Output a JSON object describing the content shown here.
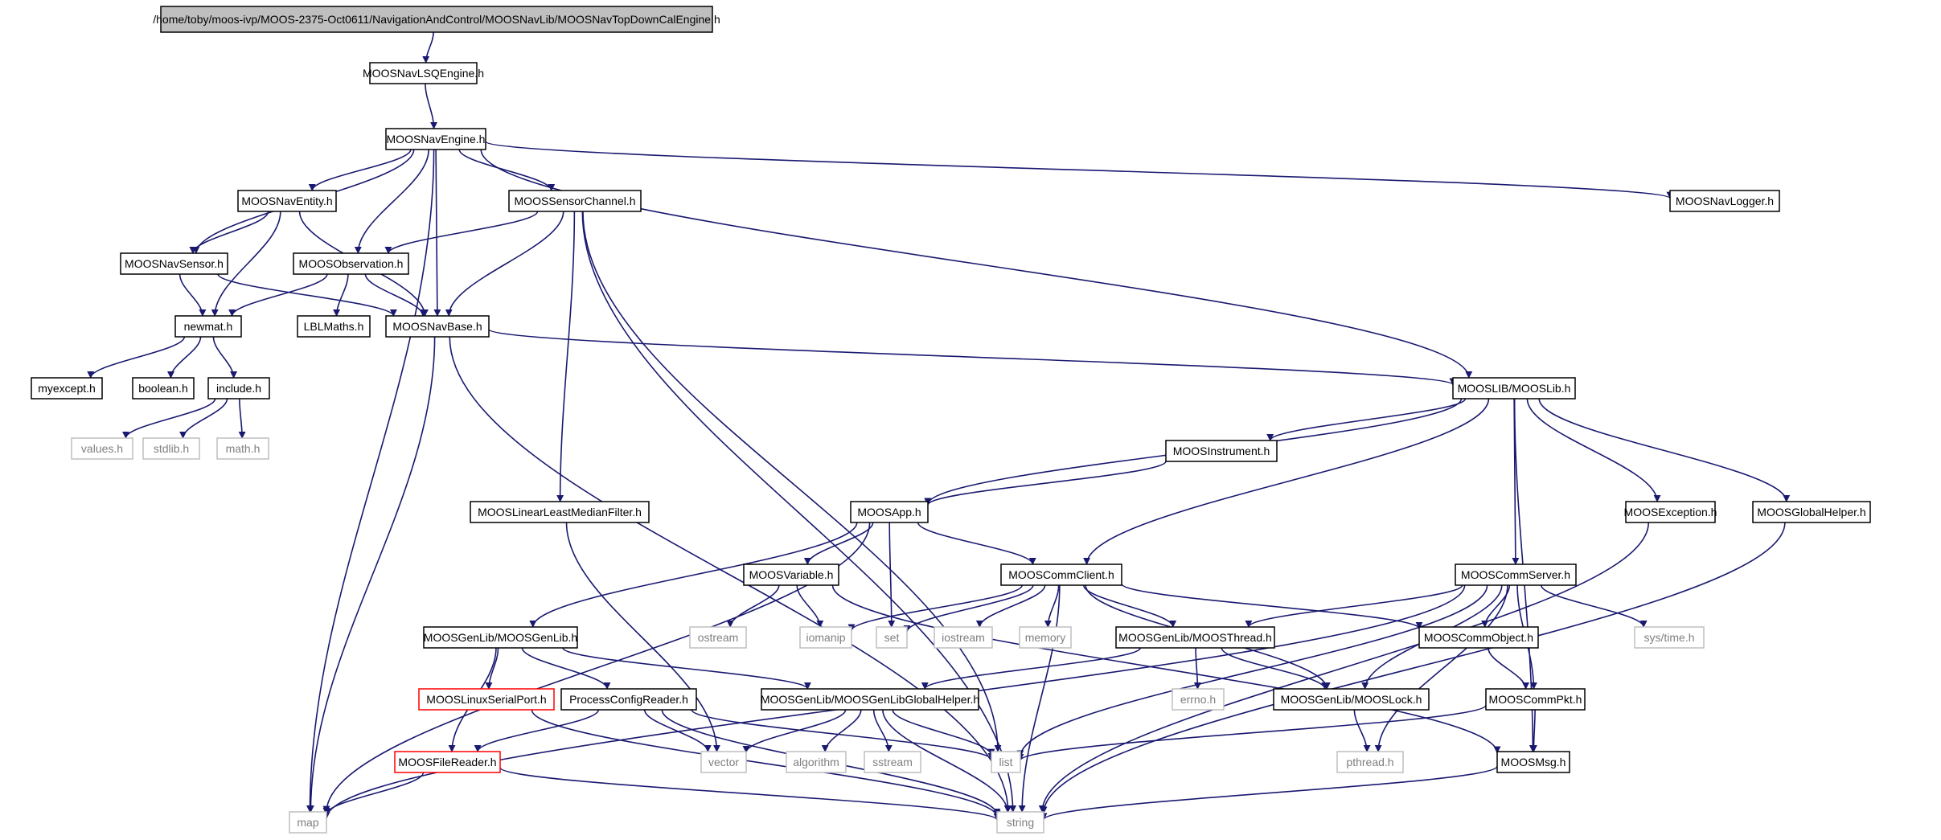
{
  "colors": {
    "edge": "#191970",
    "node_border": "#000000",
    "external_border": "#bfbfbf",
    "truncated_border": "#ff0000",
    "root_fill": "#bfbfbf",
    "node_fill": "#ffffff",
    "node_text": "#000000",
    "external_text": "#7f7f7f"
  },
  "nodes": [
    {
      "id": "root",
      "label": "/home/toby/moos-ivp/MOOS-2375-Oct0611/NavigationAndControl/MOOSNavLib/MOOSNavTopDownCalEngine.h",
      "kind": "root"
    },
    {
      "id": "lsq",
      "label": "MOOSNavLSQEngine.h",
      "kind": "normal"
    },
    {
      "id": "engine",
      "label": "MOOSNavEngine.h",
      "kind": "normal"
    },
    {
      "id": "entity",
      "label": "MOOSNavEntity.h",
      "kind": "normal"
    },
    {
      "id": "sensorch",
      "label": "MOOSSensorChannel.h",
      "kind": "normal"
    },
    {
      "id": "logger",
      "label": "MOOSNavLogger.h",
      "kind": "normal"
    },
    {
      "id": "navsensor",
      "label": "MOOSNavSensor.h",
      "kind": "normal"
    },
    {
      "id": "observation",
      "label": "MOOSObservation.h",
      "kind": "normal"
    },
    {
      "id": "newmat",
      "label": "newmat.h",
      "kind": "normal"
    },
    {
      "id": "lblmaths",
      "label": "LBLMaths.h",
      "kind": "normal"
    },
    {
      "id": "navbase",
      "label": "MOOSNavBase.h",
      "kind": "normal"
    },
    {
      "id": "myexcept",
      "label": "myexcept.h",
      "kind": "normal"
    },
    {
      "id": "boolean",
      "label": "boolean.h",
      "kind": "normal"
    },
    {
      "id": "include",
      "label": "include.h",
      "kind": "normal"
    },
    {
      "id": "values",
      "label": "values.h",
      "kind": "external"
    },
    {
      "id": "stdlib",
      "label": "stdlib.h",
      "kind": "external"
    },
    {
      "id": "math",
      "label": "math.h",
      "kind": "external"
    },
    {
      "id": "mooslib",
      "label": "MOOSLIB/MOOSLib.h",
      "kind": "normal"
    },
    {
      "id": "instrument",
      "label": "MOOSInstrument.h",
      "kind": "normal"
    },
    {
      "id": "linfilter",
      "label": "MOOSLinearLeastMedianFilter.h",
      "kind": "normal"
    },
    {
      "id": "app",
      "label": "MOOSApp.h",
      "kind": "normal"
    },
    {
      "id": "exception",
      "label": "MOOSException.h",
      "kind": "normal"
    },
    {
      "id": "globalhelper",
      "label": "MOOSGlobalHelper.h",
      "kind": "normal"
    },
    {
      "id": "variable",
      "label": "MOOSVariable.h",
      "kind": "normal"
    },
    {
      "id": "commclient",
      "label": "MOOSCommClient.h",
      "kind": "normal"
    },
    {
      "id": "commserver",
      "label": "MOOSCommServer.h",
      "kind": "normal"
    },
    {
      "id": "ostream",
      "label": "ostream",
      "kind": "external"
    },
    {
      "id": "iomanip",
      "label": "iomanip",
      "kind": "external"
    },
    {
      "id": "set",
      "label": "set",
      "kind": "external"
    },
    {
      "id": "iostream",
      "label": "iostream",
      "kind": "external"
    },
    {
      "id": "memory",
      "label": "memory",
      "kind": "external"
    },
    {
      "id": "genlib",
      "label": "MOOSGenLib/MOOSGenLib.h",
      "kind": "normal"
    },
    {
      "id": "thread",
      "label": "MOOSGenLib/MOOSThread.h",
      "kind": "normal"
    },
    {
      "id": "commobject",
      "label": "MOOSCommObject.h",
      "kind": "normal"
    },
    {
      "id": "systime",
      "label": "sys/time.h",
      "kind": "external"
    },
    {
      "id": "serialport",
      "label": "MOOSLinuxSerialPort.h",
      "kind": "truncated"
    },
    {
      "id": "pcr",
      "label": "ProcessConfigReader.h",
      "kind": "normal"
    },
    {
      "id": "genlibhelper",
      "label": "MOOSGenLib/MOOSGenLibGlobalHelper.h",
      "kind": "normal"
    },
    {
      "id": "errno",
      "label": "errno.h",
      "kind": "external"
    },
    {
      "id": "lock",
      "label": "MOOSGenLib/MOOSLock.h",
      "kind": "normal"
    },
    {
      "id": "commpkt",
      "label": "MOOSCommPkt.h",
      "kind": "normal"
    },
    {
      "id": "filereader",
      "label": "MOOSFileReader.h",
      "kind": "truncated"
    },
    {
      "id": "vector",
      "label": "vector",
      "kind": "external"
    },
    {
      "id": "algorithm",
      "label": "algorithm",
      "kind": "external"
    },
    {
      "id": "sstream",
      "label": "sstream",
      "kind": "external"
    },
    {
      "id": "list",
      "label": "list",
      "kind": "external"
    },
    {
      "id": "pthread",
      "label": "pthread.h",
      "kind": "external"
    },
    {
      "id": "msg",
      "label": "MOOSMsg.h",
      "kind": "normal"
    },
    {
      "id": "map",
      "label": "map",
      "kind": "external"
    },
    {
      "id": "string",
      "label": "string",
      "kind": "external"
    }
  ],
  "edges": [
    [
      "root",
      "lsq"
    ],
    [
      "lsq",
      "engine"
    ],
    [
      "engine",
      "map"
    ],
    [
      "engine",
      "navsensor"
    ],
    [
      "engine",
      "entity"
    ],
    [
      "engine",
      "observation"
    ],
    [
      "engine",
      "navbase"
    ],
    [
      "engine",
      "sensorch"
    ],
    [
      "engine",
      "mooslib"
    ],
    [
      "engine",
      "logger"
    ],
    [
      "entity",
      "navsensor"
    ],
    [
      "entity",
      "newmat"
    ],
    [
      "entity",
      "navbase"
    ],
    [
      "sensorch",
      "observation"
    ],
    [
      "sensorch",
      "navbase"
    ],
    [
      "sensorch",
      "linfilter"
    ],
    [
      "sensorch",
      "list"
    ],
    [
      "sensorch",
      "string"
    ],
    [
      "navsensor",
      "newmat"
    ],
    [
      "navsensor",
      "navbase"
    ],
    [
      "observation",
      "newmat"
    ],
    [
      "observation",
      "lblmaths"
    ],
    [
      "observation",
      "navbase"
    ],
    [
      "newmat",
      "myexcept"
    ],
    [
      "newmat",
      "boolean"
    ],
    [
      "newmat",
      "include"
    ],
    [
      "include",
      "values"
    ],
    [
      "include",
      "stdlib"
    ],
    [
      "include",
      "math"
    ],
    [
      "navbase",
      "mooslib"
    ],
    [
      "navbase",
      "map"
    ],
    [
      "navbase",
      "string"
    ],
    [
      "mooslib",
      "app"
    ],
    [
      "mooslib",
      "instrument"
    ],
    [
      "mooslib",
      "commclient"
    ],
    [
      "mooslib",
      "commserver"
    ],
    [
      "mooslib",
      "exception"
    ],
    [
      "mooslib",
      "globalhelper"
    ],
    [
      "mooslib",
      "msg"
    ],
    [
      "instrument",
      "app"
    ],
    [
      "linfilter",
      "vector"
    ],
    [
      "app",
      "map"
    ],
    [
      "app",
      "genlib"
    ],
    [
      "app",
      "variable"
    ],
    [
      "app",
      "set"
    ],
    [
      "app",
      "commclient"
    ],
    [
      "exception",
      "string"
    ],
    [
      "globalhelper",
      "string"
    ],
    [
      "variable",
      "ostream"
    ],
    [
      "variable",
      "iomanip"
    ],
    [
      "variable",
      "msg"
    ],
    [
      "commclient",
      "iomanip"
    ],
    [
      "commclient",
      "set"
    ],
    [
      "commclient",
      "iostream"
    ],
    [
      "commclient",
      "memory"
    ],
    [
      "commclient",
      "string"
    ],
    [
      "commclient",
      "thread"
    ],
    [
      "commclient",
      "lock"
    ],
    [
      "commclient",
      "commobject"
    ],
    [
      "commserver",
      "thread"
    ],
    [
      "commserver",
      "lock"
    ],
    [
      "commserver",
      "commobject"
    ],
    [
      "commserver",
      "systime"
    ],
    [
      "commserver",
      "commpkt"
    ],
    [
      "commserver",
      "pthread"
    ],
    [
      "commserver",
      "list"
    ],
    [
      "commserver",
      "map"
    ],
    [
      "genlib",
      "filereader"
    ],
    [
      "genlib",
      "serialport"
    ],
    [
      "genlib",
      "pcr"
    ],
    [
      "genlib",
      "genlibhelper"
    ],
    [
      "thread",
      "errno"
    ],
    [
      "thread",
      "lock"
    ],
    [
      "thread",
      "genlibhelper"
    ],
    [
      "commobject",
      "commpkt"
    ],
    [
      "serialport",
      "string"
    ],
    [
      "pcr",
      "filereader"
    ],
    [
      "pcr",
      "vector"
    ],
    [
      "pcr",
      "list"
    ],
    [
      "pcr",
      "string"
    ],
    [
      "genlibhelper",
      "vector"
    ],
    [
      "genlibhelper",
      "algorithm"
    ],
    [
      "genlibhelper",
      "sstream"
    ],
    [
      "genlibhelper",
      "list"
    ],
    [
      "genlibhelper",
      "string"
    ],
    [
      "lock",
      "pthread"
    ],
    [
      "commpkt",
      "msg"
    ],
    [
      "commpkt",
      "list"
    ],
    [
      "filereader",
      "map"
    ],
    [
      "filereader",
      "string"
    ],
    [
      "msg",
      "string"
    ]
  ]
}
